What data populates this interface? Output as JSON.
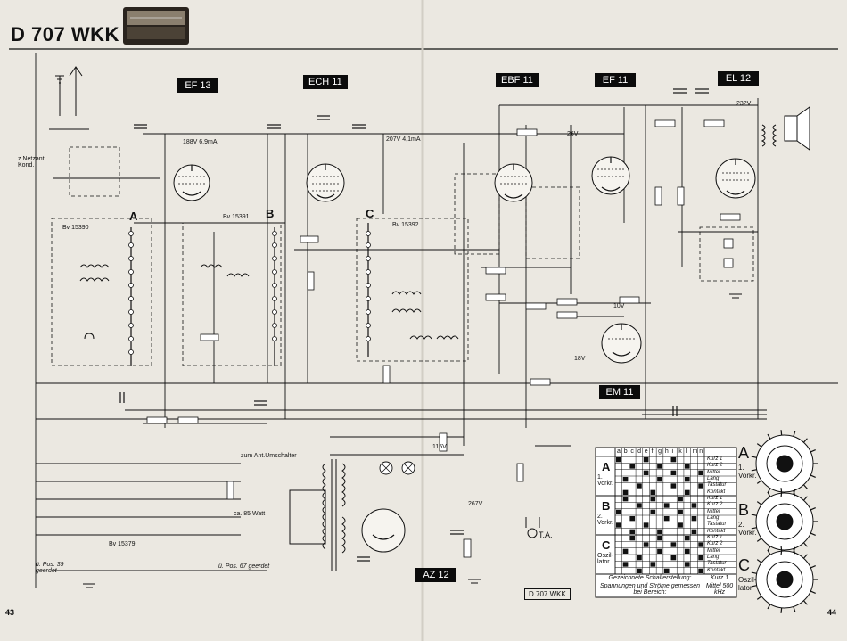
{
  "header": {
    "model_title": "D 707 WKK",
    "footer_model": "D 707 WKK",
    "page_left": "43",
    "page_right": "44"
  },
  "tubes": [
    {
      "id": "ef13",
      "label": "EF 13"
    },
    {
      "id": "ech11",
      "label": "ECH 11"
    },
    {
      "id": "ebf11",
      "label": "EBF 11"
    },
    {
      "id": "ef11",
      "label": "EF 11"
    },
    {
      "id": "el12",
      "label": "EL 12"
    },
    {
      "id": "em11",
      "label": "EM 11"
    },
    {
      "id": "az12",
      "label": "AZ 12"
    }
  ],
  "switch_banks": {
    "a": "A",
    "b": "B",
    "c": "C"
  },
  "annotations": {
    "ant_switch": "zum Ant.Umschalter",
    "power": "ca. 85 Watt",
    "pos39": "ü. Pos. 39 geerdet",
    "pos67": "ü. Pos. 67 geerdet",
    "ta": "T.A.",
    "netz": "z.Netzant. Kond.",
    "bv15379": "Bv 15379",
    "bv15390": "Bv 15390",
    "bv15391": "Bv 15391",
    "bv15392": "Bv 15392",
    "v188": "188V 6,9mA",
    "v207": "207V 4,1mA",
    "v26": "26V",
    "v232": "232V",
    "v115": "115V",
    "v267": "267V",
    "v10": "10V",
    "v18": "18V"
  },
  "switch_table": {
    "columns": [
      "a",
      "b",
      "c",
      "d",
      "e",
      "f",
      "g",
      "h",
      "i",
      "k",
      "l",
      "m",
      "n"
    ],
    "groups": [
      {
        "letter": "A",
        "sub": "1. Vorkr.",
        "rows": [
          "Kurz 1",
          "Kurz 2",
          "Mittel",
          "Lang",
          "Tastatur",
          "Kontakt"
        ]
      },
      {
        "letter": "B",
        "sub": "2. Vorkr.",
        "rows": [
          "Kurz 1",
          "Kurz 2",
          "Mittel",
          "Lang",
          "Tastatur",
          "Kontakt"
        ]
      },
      {
        "letter": "C",
        "sub": "Oszil- lator",
        "rows": [
          "Kurz 1",
          "Kurz 2",
          "Mittel",
          "Lang",
          "Tastatur",
          "Kontakt"
        ]
      }
    ],
    "footer_left": "Gezeichnete Schalterstellung:",
    "footer_right": "Kurz 1",
    "footer_left2": "Spannungen und Ströme gemessen bei Bereich:",
    "footer_right2": "Mittel 500 kHz"
  },
  "selectors": [
    {
      "letter": "A",
      "sub": "1. Vorkr."
    },
    {
      "letter": "B",
      "sub": "2. Vorkr."
    },
    {
      "letter": "C",
      "sub": "Oszil- lator"
    }
  ]
}
